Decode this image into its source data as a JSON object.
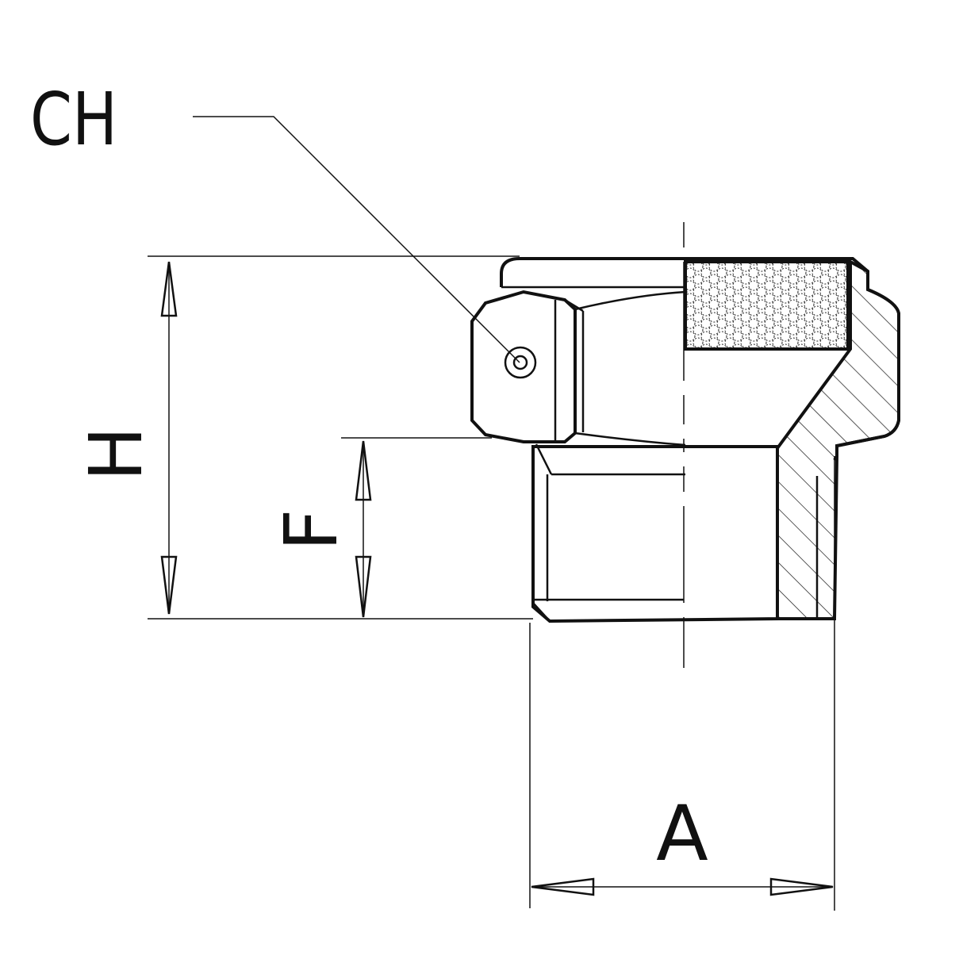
{
  "labels": {
    "ch": "CH",
    "h": "H",
    "f": "F",
    "a": "A"
  }
}
